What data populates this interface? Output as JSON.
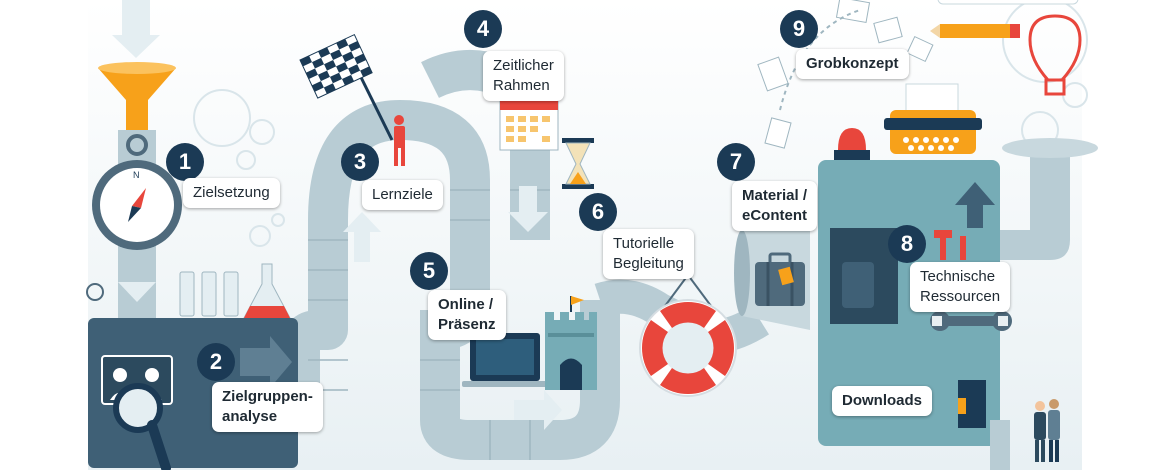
{
  "colors": {
    "pipe": "#b8ccd4",
    "pipe_dark": "#9fb6c0",
    "machine": "#76acb6",
    "navy": "#1b3a55",
    "accent_orange": "#f7a11a",
    "accent_red": "#e8463c",
    "label_bg": "#ffffff"
  },
  "steps": [
    {
      "number": "1",
      "label": "Zielsetzung"
    },
    {
      "number": "2",
      "label": "Zielgruppen-\nanalyse"
    },
    {
      "number": "3",
      "label": "Lernziele"
    },
    {
      "number": "4",
      "label": "Zeitlicher\nRahmen"
    },
    {
      "number": "5",
      "label": "Online /\nPräsenz"
    },
    {
      "number": "6",
      "label": "Tutorielle\nBegleitung"
    },
    {
      "number": "7",
      "label": "Material /\neContent"
    },
    {
      "number": "8",
      "label": "Technische\nRessourcen"
    },
    {
      "number": "9",
      "label": "Grobkonzept"
    }
  ],
  "downloads_label": "Downloads",
  "icons": [
    "funnel-icon",
    "compass-icon",
    "flag-icon",
    "calendar-icon",
    "hourglass-icon",
    "laptop-icon",
    "castle-icon",
    "lifebuoy-icon",
    "suitcase-icon",
    "typewriter-icon",
    "lightbulb-icon",
    "pencil-icon",
    "wrench-icon",
    "magnifier-icon",
    "siren-icon",
    "beakers-icon"
  ]
}
